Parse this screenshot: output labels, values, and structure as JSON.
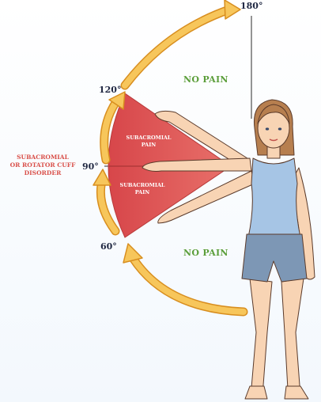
{
  "angles": {
    "a180": "180°",
    "a120": "120°",
    "a90": "90°",
    "a60": "60°"
  },
  "labels": {
    "no_pain_top": "NO PAIN",
    "no_pain_bottom": "NO PAIN",
    "disorder_line1": "SUBACROMIAL",
    "disorder_line2": "OR ROTATOR CUFF",
    "disorder_line3": "DISORDER",
    "upper_zone_line1": "SUBACROMIAL",
    "upper_zone_line2": "PAIN",
    "lower_zone_line1": "SUBACROMIAL",
    "lower_zone_line2": "PAIN"
  },
  "colors": {
    "arrow_fill": "#f7c65b",
    "arrow_stroke": "#d88e1f",
    "pain_zone": "#d9504a",
    "no_pain_text": "#5b9e3a",
    "skin": "#f8d4b4",
    "skin_outline": "#5a3a2a",
    "hair": "#b77f4f",
    "top": "#a6c5e5",
    "shorts": "#7d97b5"
  }
}
